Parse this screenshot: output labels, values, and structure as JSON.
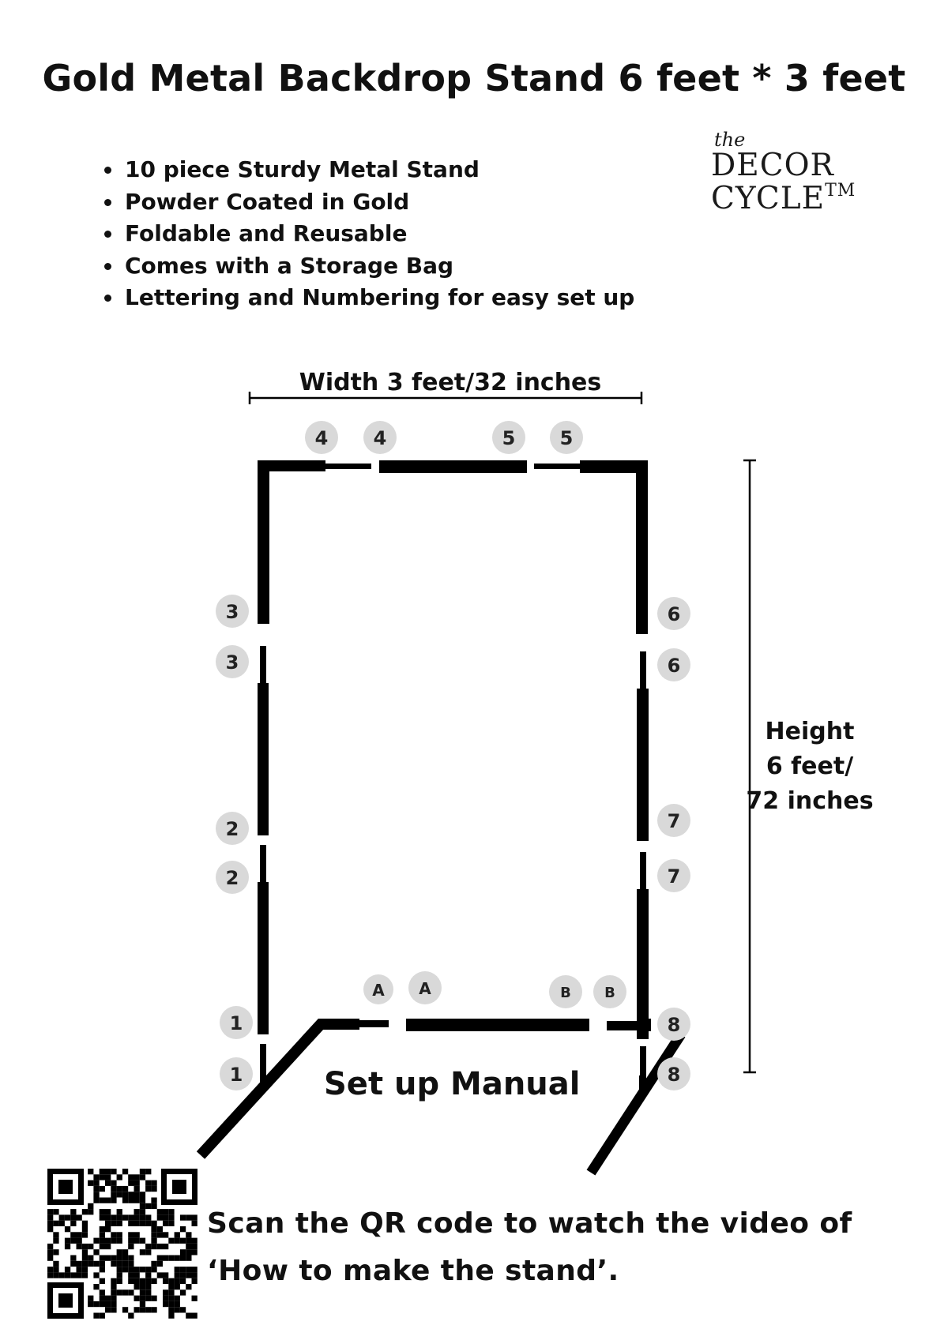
{
  "title": "Gold Metal Backdrop Stand 6 feet * 3 feet",
  "features": [
    "10 piece Sturdy Metal Stand",
    "Powder Coated in Gold",
    "Foldable and Reusable",
    "Comes with a Storage Bag",
    "Lettering and Numbering for easy set up"
  ],
  "logo": {
    "the": "the",
    "line1": "DECOR",
    "line2": "CYCLE",
    "tm": "TM"
  },
  "width_label": "Width 3 feet/32 inches",
  "height_label": {
    "line1": "Height",
    "line2": "6  feet/",
    "line3": "72 inches"
  },
  "manual_title": "Set up Manual",
  "scan_text": "Scan the QR code to watch the video of ‘How to make the stand’.",
  "badges": {
    "top": [
      "4",
      "4",
      "5",
      "5"
    ],
    "left": [
      "3",
      "3",
      "2",
      "2",
      "1",
      "1"
    ],
    "right": [
      "6",
      "6",
      "7",
      "7",
      "8",
      "8"
    ],
    "bottom": [
      "A",
      "A",
      "B",
      "B"
    ]
  },
  "colors": {
    "frame": "#000000",
    "badge_fill": "#d9d9d9",
    "text": "#111111"
  }
}
